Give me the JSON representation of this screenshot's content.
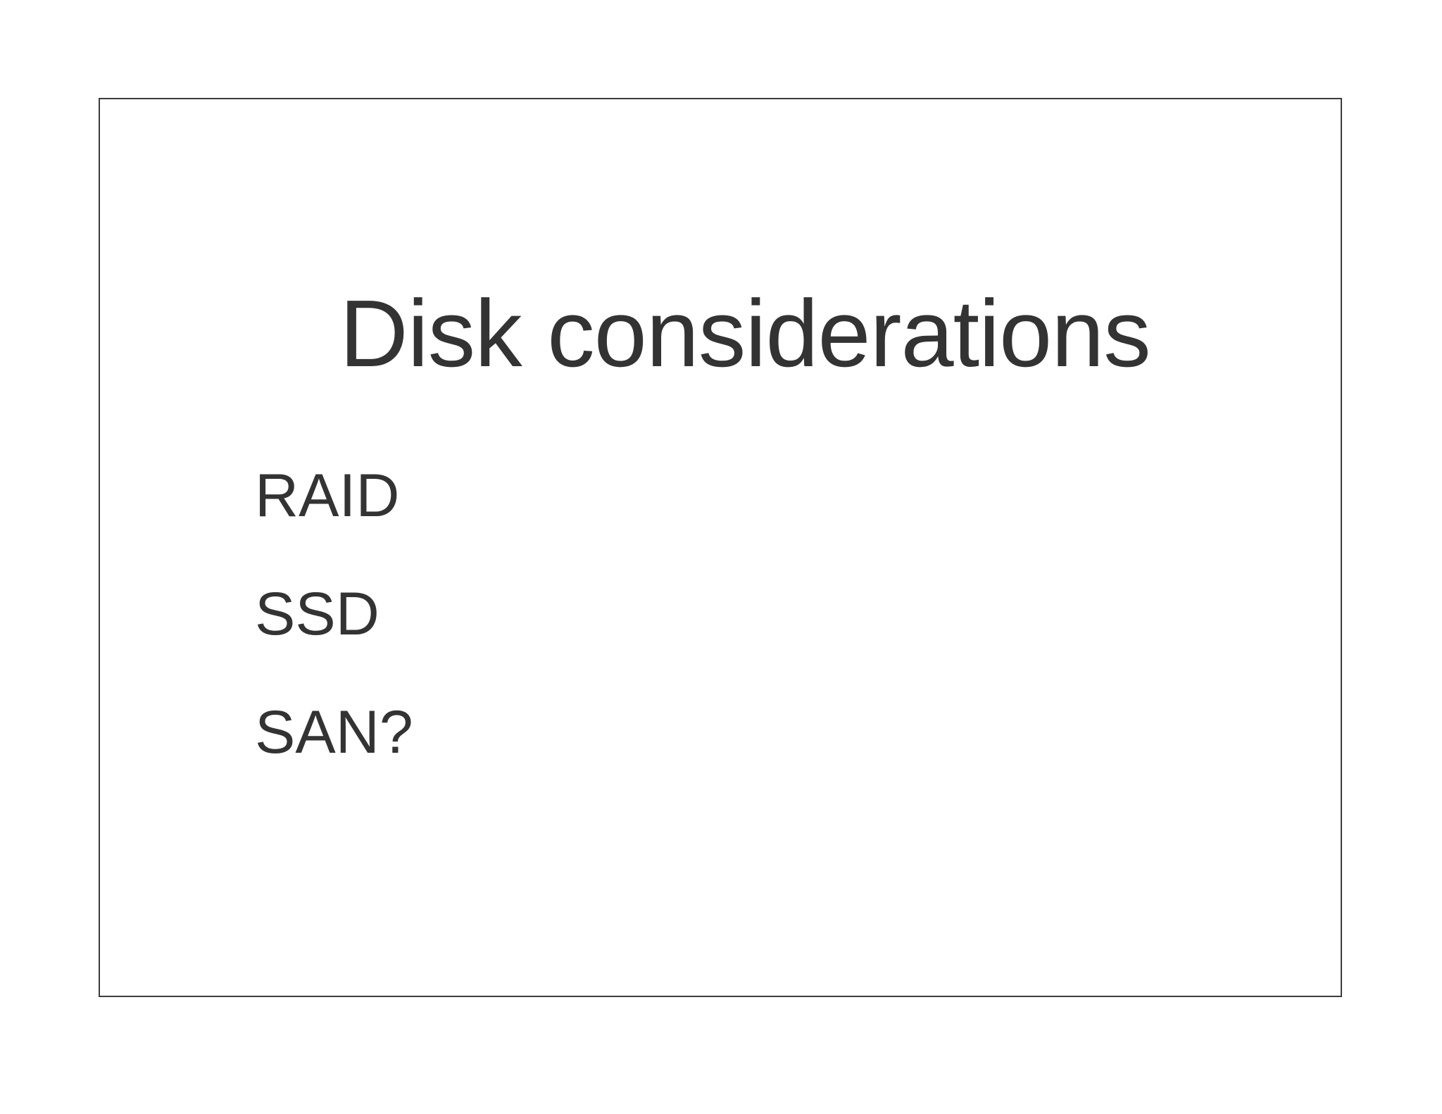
{
  "slide": {
    "title": "Disk considerations",
    "bullets": [
      "RAID",
      "SSD",
      "SAN?"
    ]
  },
  "colors": {
    "background": "#ffffff",
    "text": "#333333",
    "frame_border": "#3c3c3c"
  }
}
